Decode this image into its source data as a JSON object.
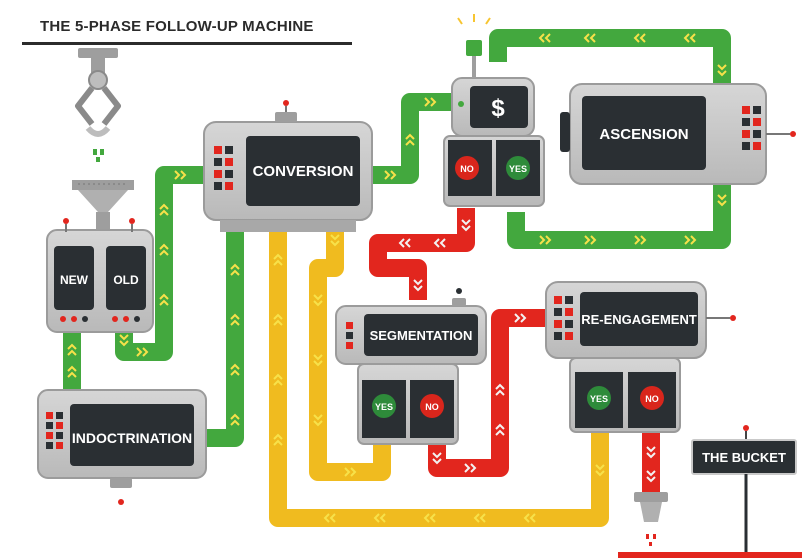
{
  "title": "THE 5-PHASE FOLLOW-UP MACHINE",
  "colors": {
    "pipe_green": "#43a83e",
    "pipe_yellow": "#f0bb1f",
    "pipe_red": "#e2261e",
    "machine_gray": "#c9c9c9",
    "screen_dark": "#2a2f33",
    "light_red": "#e2261e",
    "arrow_yellow": "#f7e14a",
    "arrow_light": "#f2f2f2",
    "yes_green": "#2e8b3a",
    "no_red": "#d9261c"
  },
  "machines": {
    "conversion": "CONVERSION",
    "payment": "$",
    "ascension": "ASCENSION",
    "segmentation": "SEGMENTATION",
    "reengagement": "RE-ENGAGEMENT",
    "indoctrination": "INDOCTRINATION"
  },
  "buttons": {
    "new": "NEW",
    "old": "OLD",
    "payment_no": "NO",
    "payment_yes": "YES",
    "segmentation_yes": "YES",
    "segmentation_no": "NO",
    "reengagement_yes": "YES",
    "reengagement_no": "NO"
  },
  "bucket": "THE BUCKET",
  "icons": [
    "claw-icon",
    "funnel-icon",
    "dollar-sign-icon",
    "arrow-icon",
    "signal-light-icon"
  ]
}
